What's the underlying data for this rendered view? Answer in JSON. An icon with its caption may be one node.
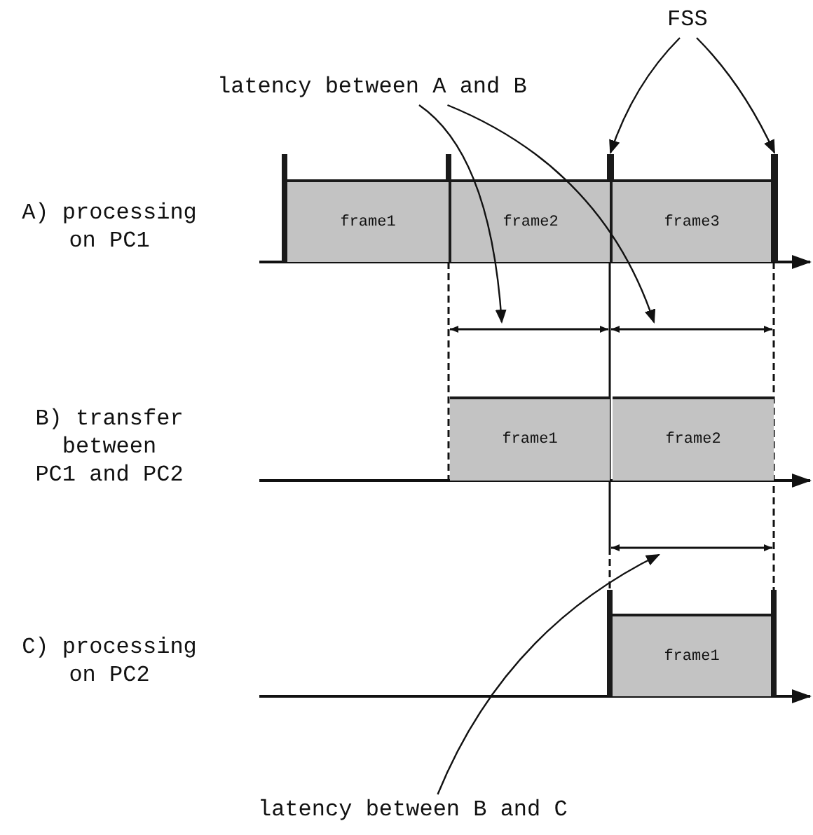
{
  "diagram": {
    "nodes": [
      {
        "text": [
          "FSS"
        ]
      },
      {
        "text": [],
        "shape": "bar"
      },
      {
        "text": [],
        "shape": "bar"
      },
      {
        "text": [
          "latency between A and B"
        ]
      },
      {
        "text": [],
        "shape": "line"
      },
      {
        "text": [],
        "shape": "line"
      },
      {
        "text": [
          "frame1"
        ]
      },
      {
        "text": [
          "frame2"
        ]
      },
      {
        "text": [
          "frame3"
        ]
      },
      {
        "text": [
          "frame1"
        ]
      },
      {
        "text": [
          "frame2"
        ]
      },
      {
        "text": [
          "frame1"
        ]
      },
      {
        "text": [],
        "shape": "line"
      },
      {
        "text": [
          "latency between B and C"
        ]
      }
    ],
    "edges": [
      {
        "from": 0,
        "to": 1,
        "arrow": "to"
      },
      {
        "from": 0,
        "to": 2,
        "arrow": "to"
      },
      {
        "from": 3,
        "to": 4,
        "arrow": "to"
      },
      {
        "from": 3,
        "to": 5,
        "arrow": "to"
      },
      {
        "from": 13,
        "to": 12,
        "arrow": "to"
      }
    ],
    "labels": [
      "A) processing on PC1",
      "B) transfer between PC1 and PC2",
      "C) processing on PC2"
    ]
  }
}
